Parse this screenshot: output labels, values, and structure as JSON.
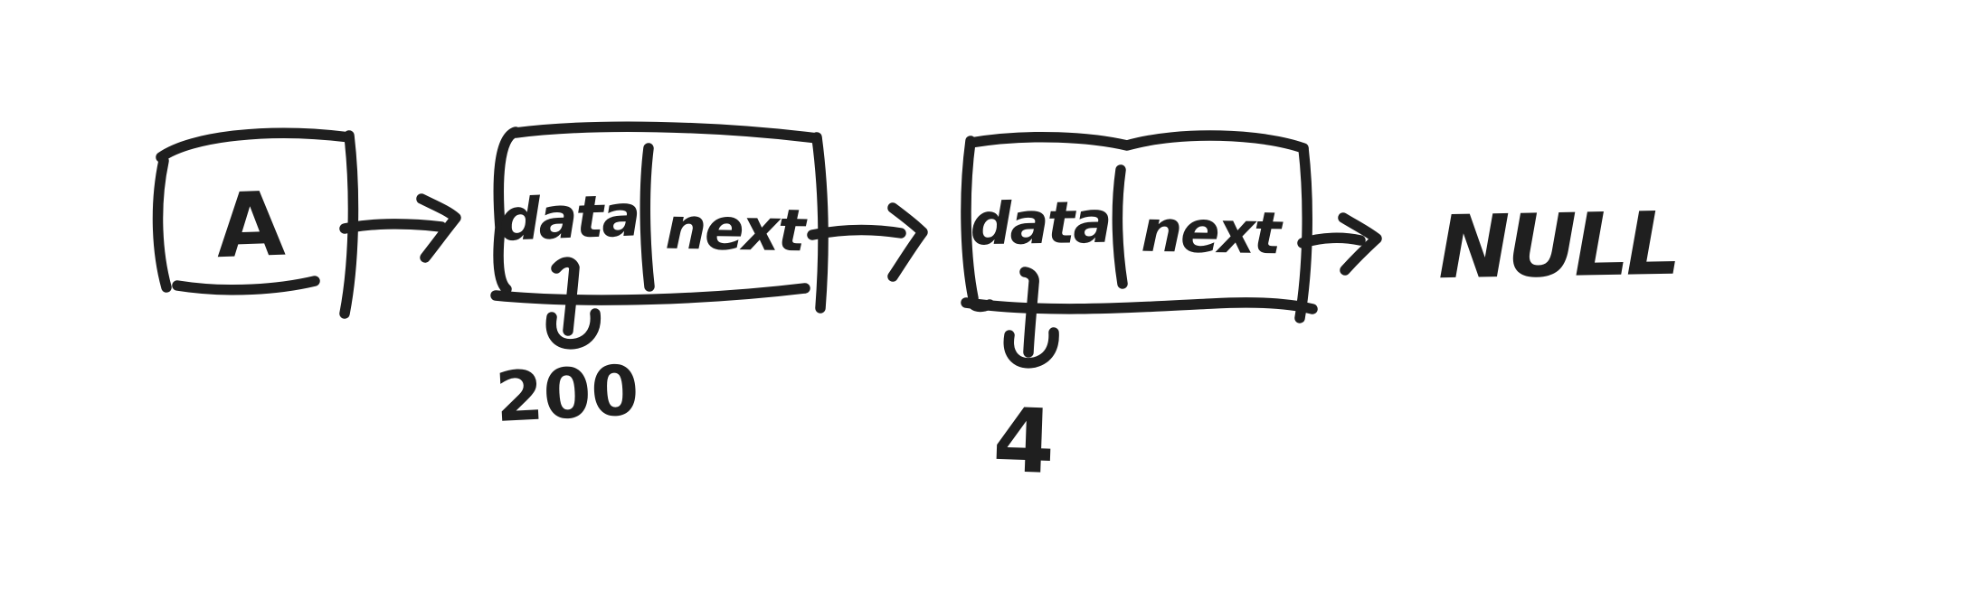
{
  "colors": {
    "ink": "#1f1f1f",
    "background": "#ffffff"
  },
  "diagram": {
    "type": "linked-list-sketch",
    "head": {
      "label": "A"
    },
    "nodes": [
      {
        "data_label": "data",
        "next_label": "next",
        "value": "200"
      },
      {
        "data_label": "data",
        "next_label": "next",
        "value": "4"
      }
    ],
    "terminator": {
      "label": "NULL"
    }
  }
}
